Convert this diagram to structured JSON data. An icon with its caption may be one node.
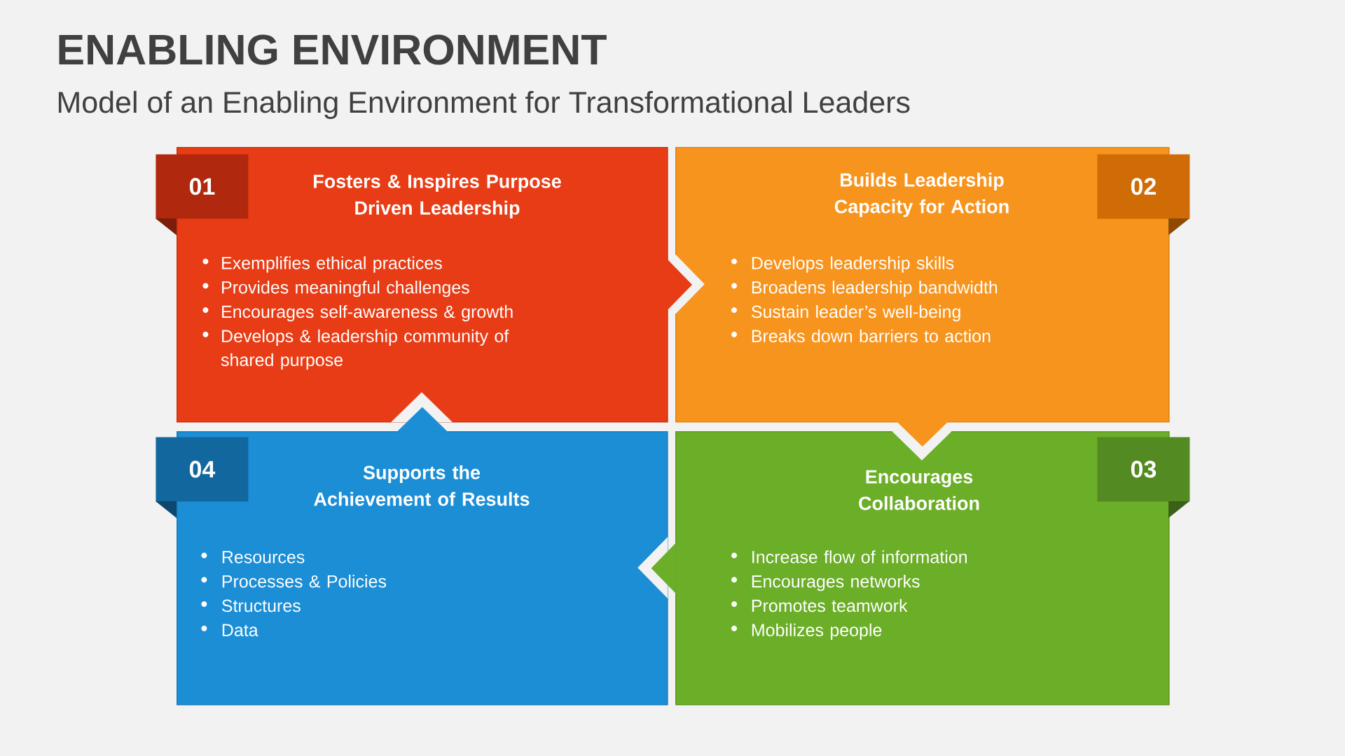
{
  "diagram": {
    "title": "ENABLING ENVIRONMENT",
    "nodes": [
      {
        "text": [
          "Fosters & Inspires Purpose Driven Leadership",
          "Exemplifies ethical practices",
          "Provides meaningful challenges",
          "Encourages self-awareness & growth",
          "Develops & leadership community of shared purpose"
        ]
      },
      {
        "text": [
          "01"
        ]
      },
      {
        "text": [
          "Builds Leadership Capacity for Action",
          "Develops leadership skills",
          "Broadens leadership bandwidth",
          "Sustain leader’s well-being",
          "Breaks down barriers to action"
        ]
      },
      {
        "text": [
          "02"
        ]
      },
      {
        "text": [
          "Supports the Achievement of Results",
          "Resources",
          "Processes & Policies",
          "Structures",
          "Data"
        ]
      },
      {
        "text": [
          "04"
        ]
      },
      {
        "text": [
          "Encourages Collaboration",
          "Increase flow of information",
          "Encourages networks",
          "Promotes teamwork",
          "Mobilizes people"
        ]
      },
      {
        "text": [
          "03"
        ]
      }
    ],
    "edges": [
      {
        "from": 0,
        "to": 2,
        "arrow": "to",
        "color": "#e83c16"
      },
      {
        "from": 2,
        "to": 6,
        "arrow": "to",
        "color": "#f7941e"
      },
      {
        "from": 6,
        "to": 4,
        "arrow": "to",
        "color": "#6bae28"
      },
      {
        "from": 4,
        "to": 0,
        "arrow": "to",
        "color": "#1c8ed6"
      }
    ],
    "labels": [
      "Model of an Enabling Environment for Transformational Leaders"
    ]
  }
}
